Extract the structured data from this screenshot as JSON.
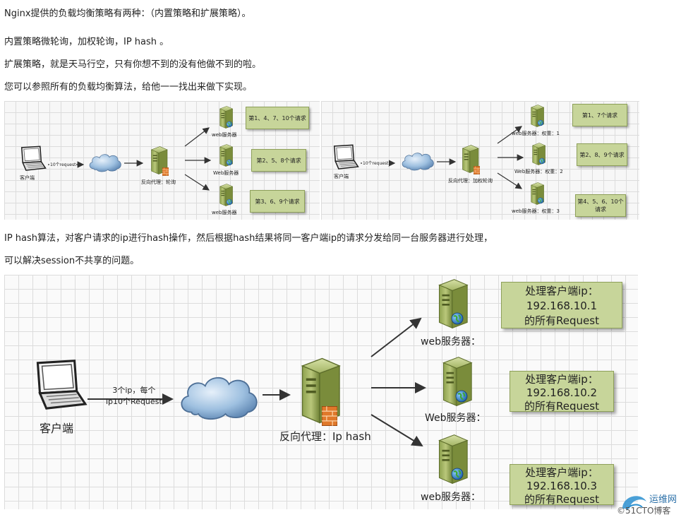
{
  "text": {
    "p1": "Nginx提供的负载均衡策略有两种：（内置策略和扩展策略）。",
    "p2": "内置策略微轮询，加权轮询，IP hash 。",
    "p3": "扩展策略，就是天马行空，只有你想不到的没有他做不到的啦。",
    "p4": "您可以参照所有的负载均衡算法，给他一一找出来做下实现。",
    "p5": "IP hash算法，对客户请求的ip进行hash操作，然后根据hash结果将同一客户端ip的请求分发给同一台服务器进行处理，",
    "p6": "可以解决session不共享的问题。"
  },
  "diagram_round_robin": {
    "client_label": "客户端",
    "request_label": "10个request",
    "proxy_label": "反向代理：轮询",
    "servers": [
      {
        "label": "web服务器",
        "box": "第1、4、7、10个请求"
      },
      {
        "label": "Web服务器",
        "box": "第2、5、8个请求"
      },
      {
        "label": "web服务器",
        "box": "第3、6、9个请求"
      }
    ]
  },
  "diagram_weighted": {
    "client_label": "客户端",
    "request_label": "10个request",
    "proxy_label": "反向代理：加权轮询",
    "servers": [
      {
        "label": "web服务器：权重：1",
        "box": "第1、7个请求"
      },
      {
        "label": "Web服务器：权重：2",
        "box": "第2、8、9个请求"
      },
      {
        "label": "web服务器：权重：3",
        "box": "第4、5、6、10个请求"
      }
    ]
  },
  "diagram_iphash": {
    "client_label": "客户端",
    "request_line1": "3个ip，每个",
    "request_line2": "ip10个Request",
    "proxy_label": "反向代理：Ip hash",
    "servers": [
      {
        "label": "web服务器：",
        "line1": "处理客户端ip：",
        "line2": "192.168.10.1",
        "line3": "的所有Request"
      },
      {
        "label": "Web服务器：",
        "line1": "处理客户端ip：",
        "line2": "192.168.10.2",
        "line3": "的所有Request"
      },
      {
        "label": "web服务器：",
        "line1": "处理客户端ip：",
        "line2": "192.168.10.3",
        "line3": "的所有Request"
      }
    ]
  },
  "watermark": {
    "cn": "运维网",
    "en": "©51CTO博客"
  }
}
